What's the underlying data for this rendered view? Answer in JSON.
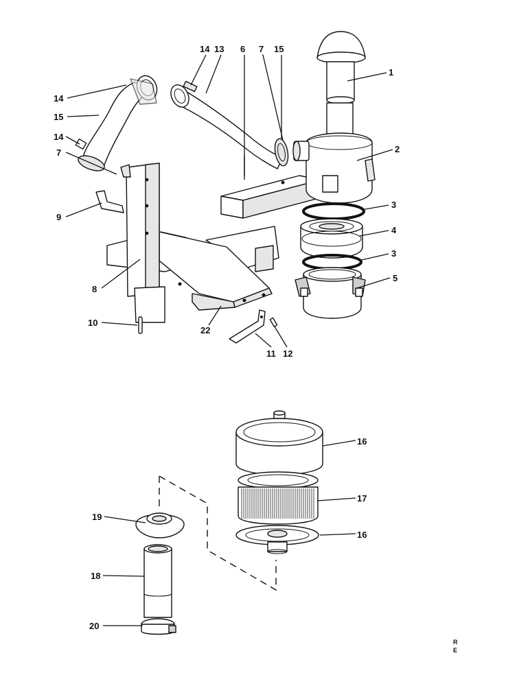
{
  "callouts": {
    "c1": "1",
    "c2": "2",
    "c3a": "3",
    "c3b": "3",
    "c4": "4",
    "c5": "5",
    "c6": "6",
    "c7a": "7",
    "c7b": "7",
    "c8": "8",
    "c9": "9",
    "c10": "10",
    "c11": "11",
    "c12": "12",
    "c13": "13",
    "c14a": "14",
    "c14b": "14",
    "c14c": "14",
    "c15a": "15",
    "c15b": "15",
    "c16a": "16",
    "c16b": "16",
    "c17": "17",
    "c18": "18",
    "c19": "19",
    "c20": "20",
    "c22": "22"
  },
  "corner_mark": {
    "line1": "R",
    "line2": "E"
  }
}
